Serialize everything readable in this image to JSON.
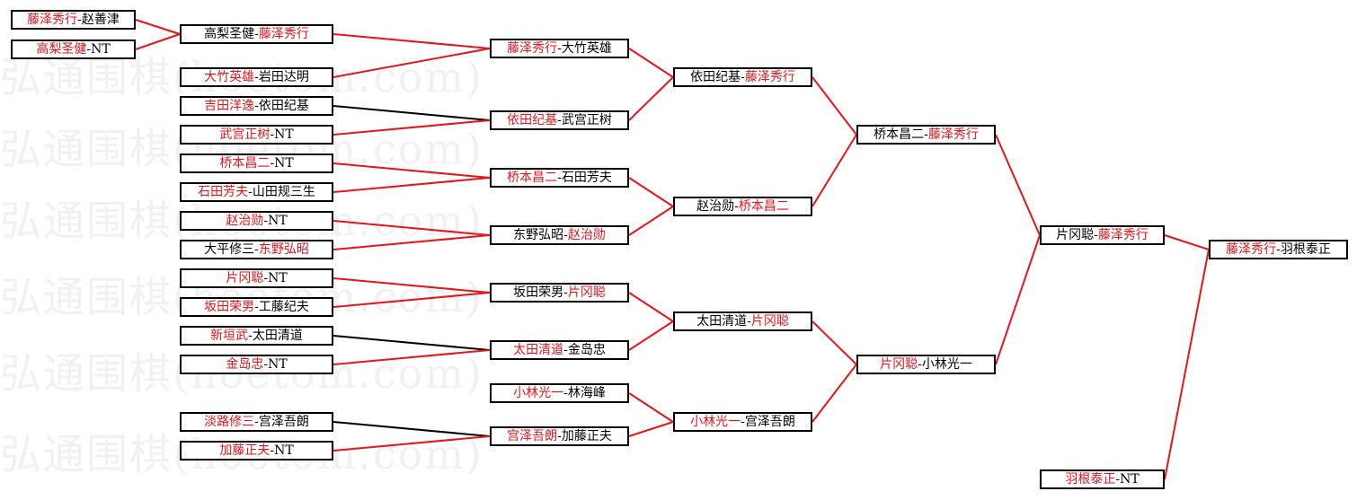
{
  "watermark": "弘通围棋(hoetom.com)",
  "colors": {
    "winner": "#e8141b",
    "line_win": "#e8141b",
    "line_lose": "#000000"
  },
  "bracket": {
    "r0": [
      {
        "p1": "藤泽秀行",
        "p2": "赵善津",
        "w": 1
      },
      {
        "p1": "高梨圣健",
        "p2": "NT",
        "w": 1
      }
    ],
    "r1": [
      {
        "p1": "高梨圣健",
        "p2": "藤泽秀行",
        "w": 2
      },
      {
        "p1": "大竹英雄",
        "p2": "岩田达明",
        "w": 1
      },
      {
        "p1": "吉田洋逸",
        "p2": "依田纪基",
        "w": 1
      },
      {
        "p1": "武宫正树",
        "p2": "NT",
        "w": 1
      },
      {
        "p1": "桥本昌二",
        "p2": "NT",
        "w": 1
      },
      {
        "p1": "石田芳夫",
        "p2": "山田规三生",
        "w": 1
      },
      {
        "p1": "赵治勋",
        "p2": "NT",
        "w": 1
      },
      {
        "p1": "大平修三",
        "p2": "东野弘昭",
        "w": 2
      },
      {
        "p1": "片冈聪",
        "p2": "NT",
        "w": 1
      },
      {
        "p1": "坂田荣男",
        "p2": "工藤纪夫",
        "w": 1
      },
      {
        "p1": "新垣武",
        "p2": "太田清道",
        "w": 1
      },
      {
        "p1": "金岛忠",
        "p2": "NT",
        "w": 1
      },
      {
        "p1": "淡路修三",
        "p2": "宫泽吾朗",
        "w": 1
      },
      {
        "p1": "加藤正夫",
        "p2": "NT",
        "w": 1
      }
    ],
    "r2": [
      {
        "p1": "藤泽秀行",
        "p2": "大竹英雄",
        "w": 1
      },
      {
        "p1": "依田纪基",
        "p2": "武宫正树",
        "w": 1
      },
      {
        "p1": "桥本昌二",
        "p2": "石田芳夫",
        "w": 1
      },
      {
        "p1": "东野弘昭",
        "p2": "赵治勋",
        "w": 2
      },
      {
        "p1": "坂田荣男",
        "p2": "片冈聪",
        "w": 2
      },
      {
        "p1": "太田清道",
        "p2": "金岛忠",
        "w": 1
      },
      {
        "p1": "小林光一",
        "p2": "林海峰",
        "w": 1
      },
      {
        "p1": "宫泽吾朗",
        "p2": "加藤正夫",
        "w": 1
      }
    ],
    "r3": [
      {
        "p1": "依田纪基",
        "p2": "藤泽秀行",
        "w": 2
      },
      {
        "p1": "赵治勋",
        "p2": "桥本昌二",
        "w": 2
      },
      {
        "p1": "太田清道",
        "p2": "片冈聪",
        "w": 2
      },
      {
        "p1": "小林光一",
        "p2": "宫泽吾朗",
        "w": 1
      }
    ],
    "r4": [
      {
        "p1": "桥本昌二",
        "p2": "藤泽秀行",
        "w": 2
      },
      {
        "p1": "片冈聪",
        "p2": "小林光一",
        "w": 1
      }
    ],
    "r5": [
      {
        "p1": "片冈聪",
        "p2": "藤泽秀行",
        "w": 2
      },
      {
        "p1": "羽根泰正",
        "p2": "NT",
        "w": 1
      }
    ],
    "r6": [
      {
        "p1": "藤泽秀行",
        "p2": "羽根泰正",
        "w": 1
      }
    ]
  }
}
